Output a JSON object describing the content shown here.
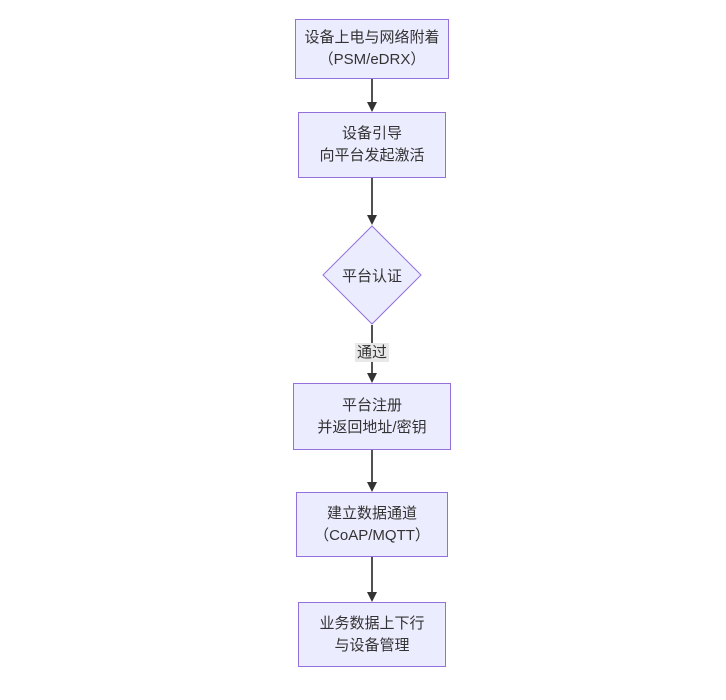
{
  "diagram": {
    "type": "flowchart",
    "direction": "top-down",
    "colors": {
      "node_fill": "#ECECFF",
      "node_border": "#9370DB",
      "text": "#333333",
      "edge": "#333333",
      "edge_label_bg": "#e8e8e8",
      "background": "#ffffff"
    },
    "nodes": [
      {
        "id": "device-power-attach",
        "shape": "rect",
        "lines": [
          "设备上电与网络附着",
          "（PSM/eDRX）"
        ]
      },
      {
        "id": "device-bootstrap",
        "shape": "rect",
        "lines": [
          "设备引导",
          "向平台发起激活"
        ]
      },
      {
        "id": "platform-auth",
        "shape": "diamond",
        "lines": [
          "平台认证"
        ]
      },
      {
        "id": "platform-register",
        "shape": "rect",
        "lines": [
          "平台注册",
          "并返回地址/密钥"
        ]
      },
      {
        "id": "data-channel",
        "shape": "rect",
        "lines": [
          "建立数据通道",
          "（CoAP/MQTT）"
        ]
      },
      {
        "id": "business-data",
        "shape": "rect",
        "lines": [
          "业务数据上下行",
          "与设备管理"
        ]
      }
    ],
    "edges": [
      {
        "from": "device-power-attach",
        "to": "device-bootstrap",
        "label": ""
      },
      {
        "from": "device-bootstrap",
        "to": "platform-auth",
        "label": ""
      },
      {
        "from": "platform-auth",
        "to": "platform-register",
        "label": "通过"
      },
      {
        "from": "platform-register",
        "to": "data-channel",
        "label": ""
      },
      {
        "from": "data-channel",
        "to": "business-data",
        "label": ""
      }
    ]
  }
}
